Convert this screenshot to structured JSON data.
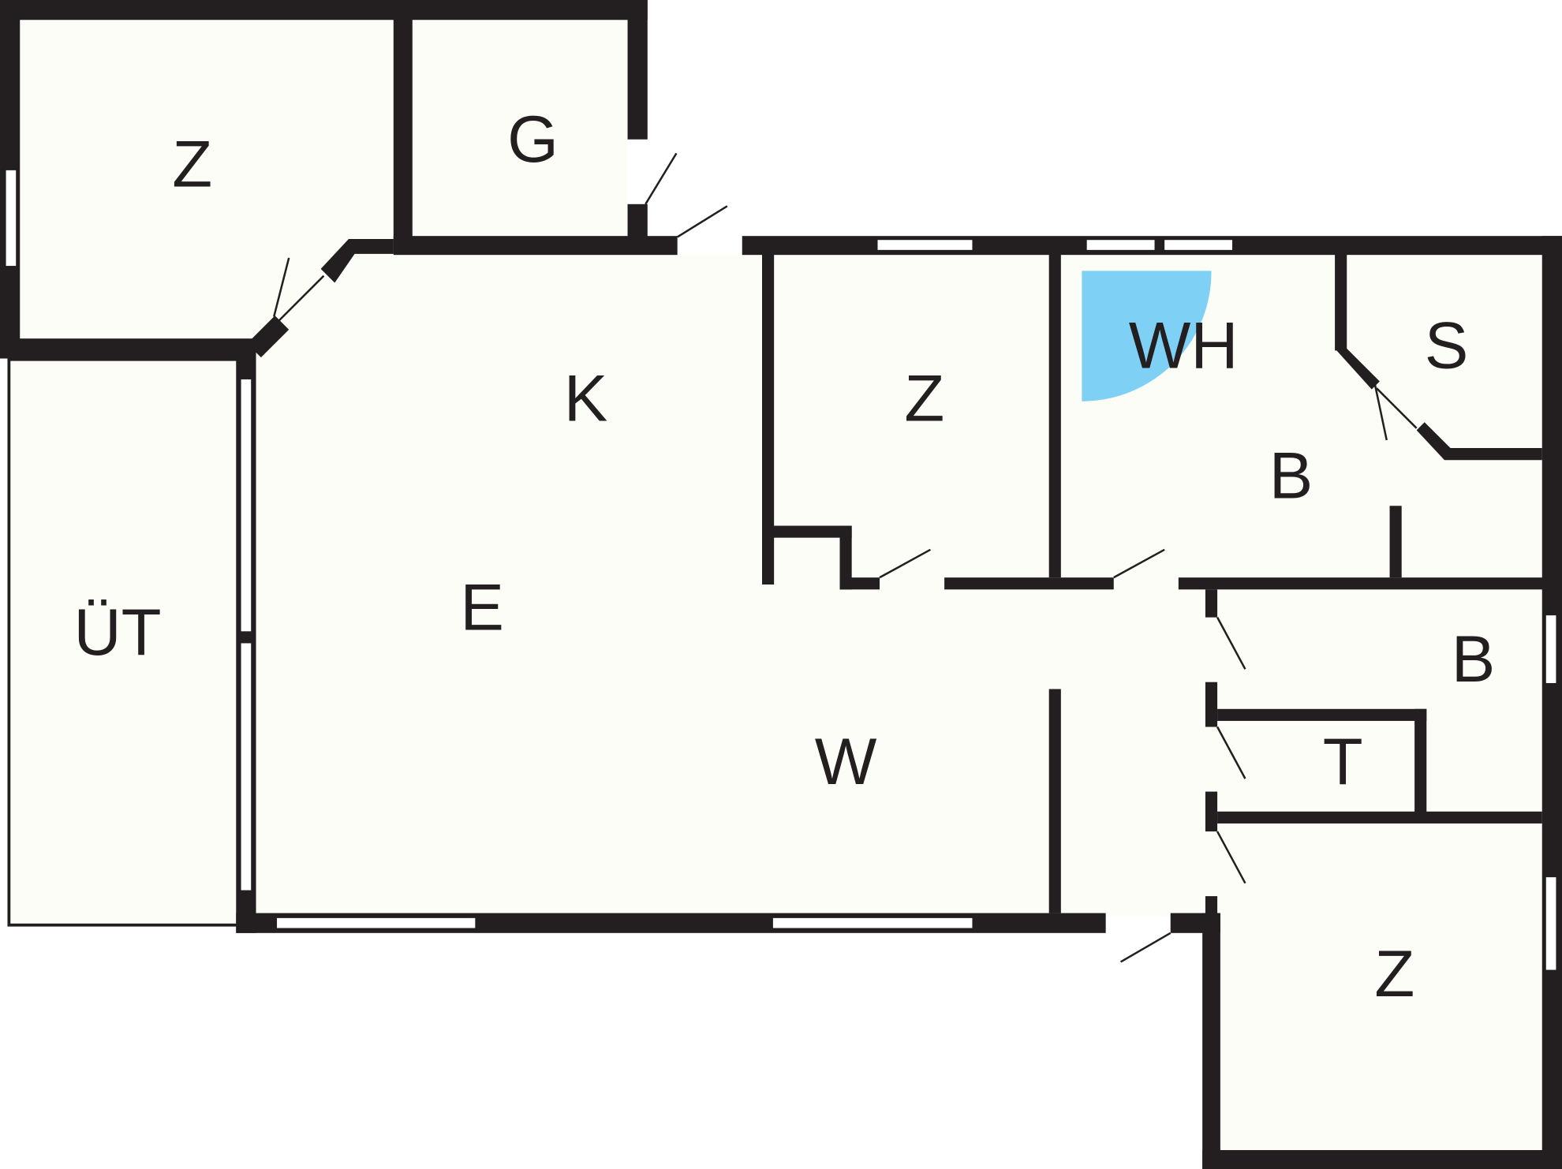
{
  "floorplan": {
    "colors": {
      "wall": "#231f20",
      "floor": "#fdfdf8",
      "shower": "#7fd0f5"
    },
    "rooms": [
      {
        "id": "z1",
        "label": "Z"
      },
      {
        "id": "g",
        "label": "G"
      },
      {
        "id": "k",
        "label": "K"
      },
      {
        "id": "z2",
        "label": "Z"
      },
      {
        "id": "wh",
        "label": "WH"
      },
      {
        "id": "s",
        "label": "S"
      },
      {
        "id": "b1",
        "label": "B"
      },
      {
        "id": "e",
        "label": "E"
      },
      {
        "id": "ut",
        "label": "ÜT"
      },
      {
        "id": "w",
        "label": "W"
      },
      {
        "id": "b2",
        "label": "B"
      },
      {
        "id": "t",
        "label": "T"
      },
      {
        "id": "z3",
        "label": "Z"
      }
    ]
  }
}
